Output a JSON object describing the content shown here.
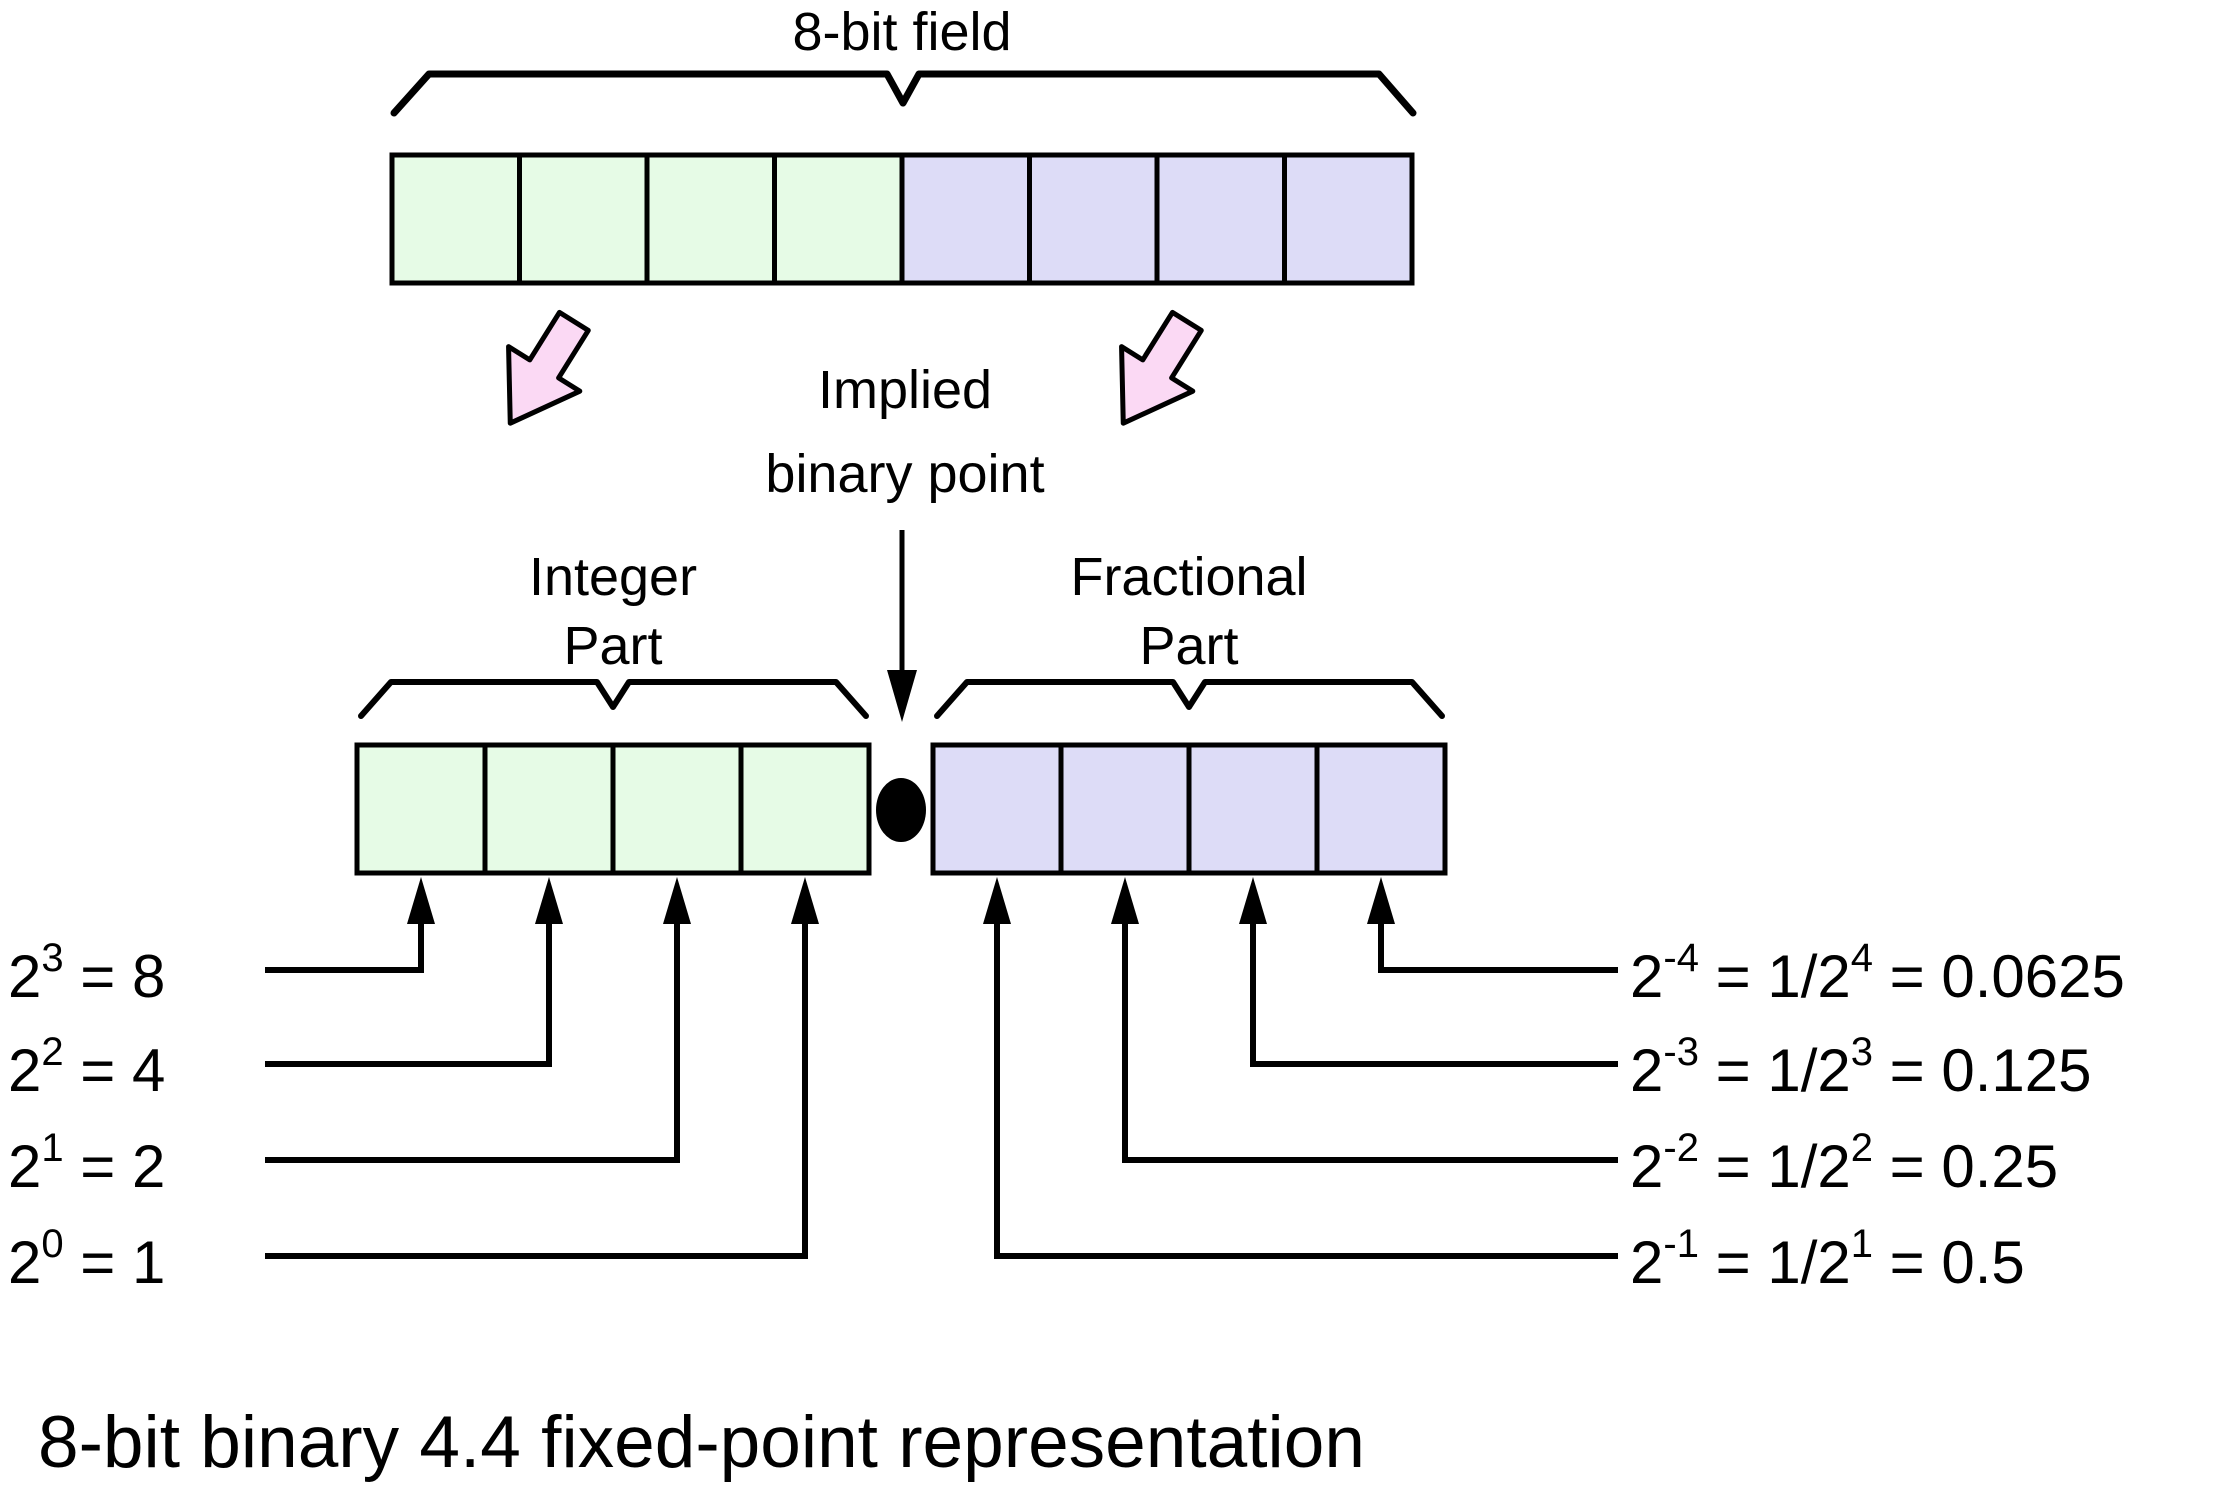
{
  "diagram": {
    "top_field_label": "8-bit field",
    "implied_line1": "Implied",
    "implied_line2": "binary point",
    "integer_line1": "Integer",
    "integer_line2": "Part",
    "fractional_line1": "Fractional",
    "fractional_line2": "Part",
    "caption": "8-bit binary 4.4 fixed-point representation"
  },
  "integer_weights": [
    {
      "base": "2",
      "exponent": "3",
      "value": " = 8"
    },
    {
      "base": "2",
      "exponent": "2",
      "value": " = 4"
    },
    {
      "base": "2",
      "exponent": "1",
      "value": " = 2"
    },
    {
      "base": "2",
      "exponent": "0",
      "value": " = 1"
    }
  ],
  "fractional_weights": [
    {
      "base": "2",
      "exponent": "-4",
      "mid": " = 1/2",
      "exponent2": "4",
      "value": " = 0.0625"
    },
    {
      "base": "2",
      "exponent": "-3",
      "mid": " = 1/2",
      "exponent2": "3",
      "value": " = 0.125"
    },
    {
      "base": "2",
      "exponent": "-2",
      "mid": " = 1/2",
      "exponent2": "2",
      "value": " = 0.25"
    },
    {
      "base": "2",
      "exponent": "-1",
      "mid": " = 1/2",
      "exponent2": "1",
      "value": " = 0.5"
    }
  ],
  "colors": {
    "integer_cell_fill": "#e6fbe6",
    "fractional_cell_fill": "#dddcf7",
    "arrow_fill": "#fbd9f4",
    "line_color": "#000000"
  }
}
